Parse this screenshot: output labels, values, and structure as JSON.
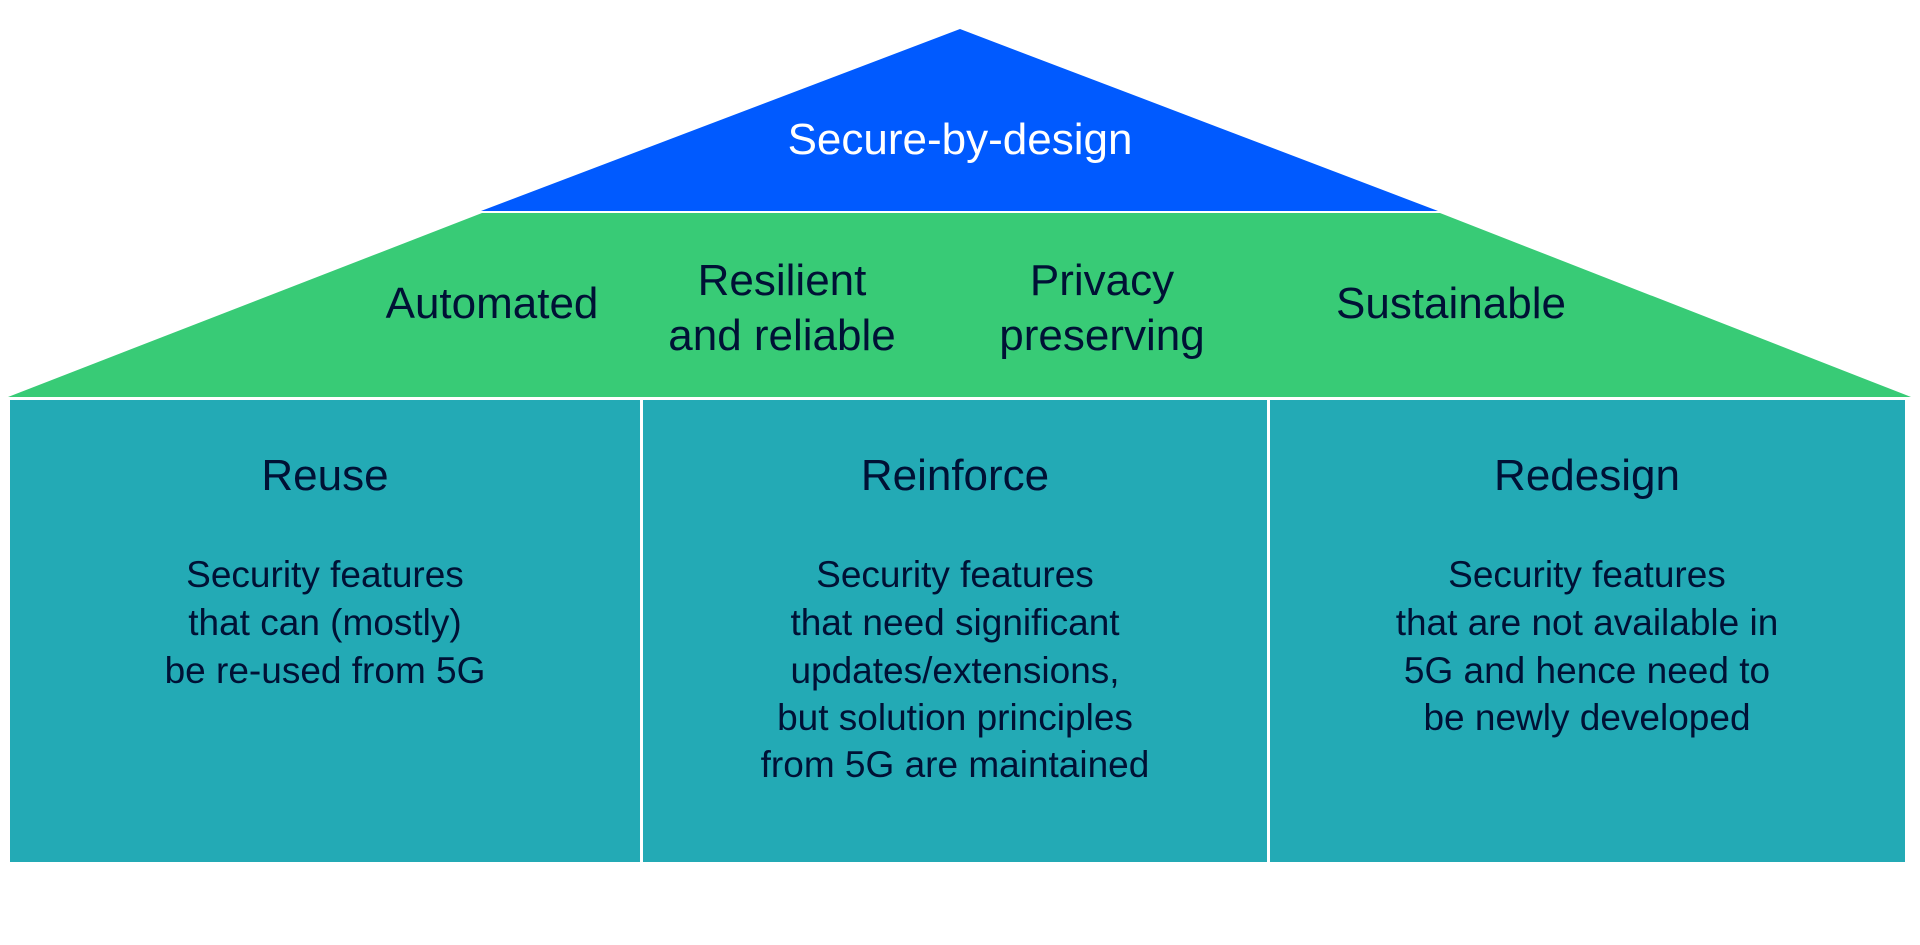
{
  "colors": {
    "roof": "#005aff",
    "pillars_band": "#38cb76",
    "foundation": "#23aab5",
    "separator": "#ffffff",
    "roof_text": "#ffffff",
    "text": "#001135"
  },
  "roof": {
    "title": "Secure-by-design"
  },
  "principles": [
    {
      "lines": [
        "Automated"
      ]
    },
    {
      "lines": [
        "Resilient",
        "and reliable"
      ]
    },
    {
      "lines": [
        "Privacy",
        "preserving"
      ]
    },
    {
      "lines": [
        "Sustainable"
      ]
    }
  ],
  "columns": [
    {
      "title": "Reuse",
      "body": [
        "Security features",
        "that can (mostly)",
        "be re-used from 5G"
      ]
    },
    {
      "title": "Reinforce",
      "body": [
        "Security features",
        "that need significant",
        "updates/extensions,",
        "but solution principles",
        "from 5G are maintained"
      ]
    },
    {
      "title": "Redesign",
      "body": [
        "Security features",
        "that are not available in",
        "5G and hence need to",
        "be newly developed"
      ]
    }
  ]
}
